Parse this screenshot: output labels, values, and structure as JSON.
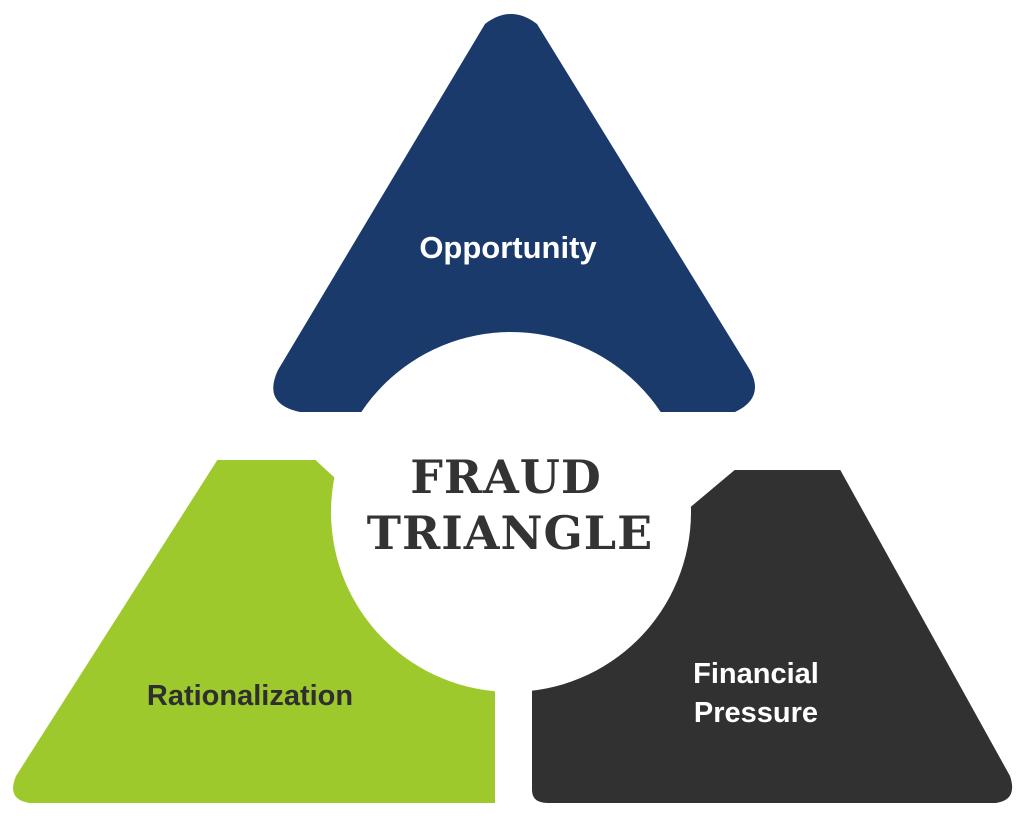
{
  "diagram": {
    "title_line1": "FRAUD",
    "title_line2": "TRIANGLE",
    "segments": {
      "top": {
        "label": "Opportunity",
        "color": "#1a3a6b",
        "text_color": "#ffffff"
      },
      "left": {
        "label": "Rationalization",
        "color": "#9dc92c",
        "text_color": "#2f2f2f"
      },
      "right": {
        "label_line1": "Financial",
        "label_line2": "Pressure",
        "color": "#313132",
        "text_color": "#ffffff"
      }
    },
    "center_color": "#ffffff",
    "title_color": "#333333"
  }
}
